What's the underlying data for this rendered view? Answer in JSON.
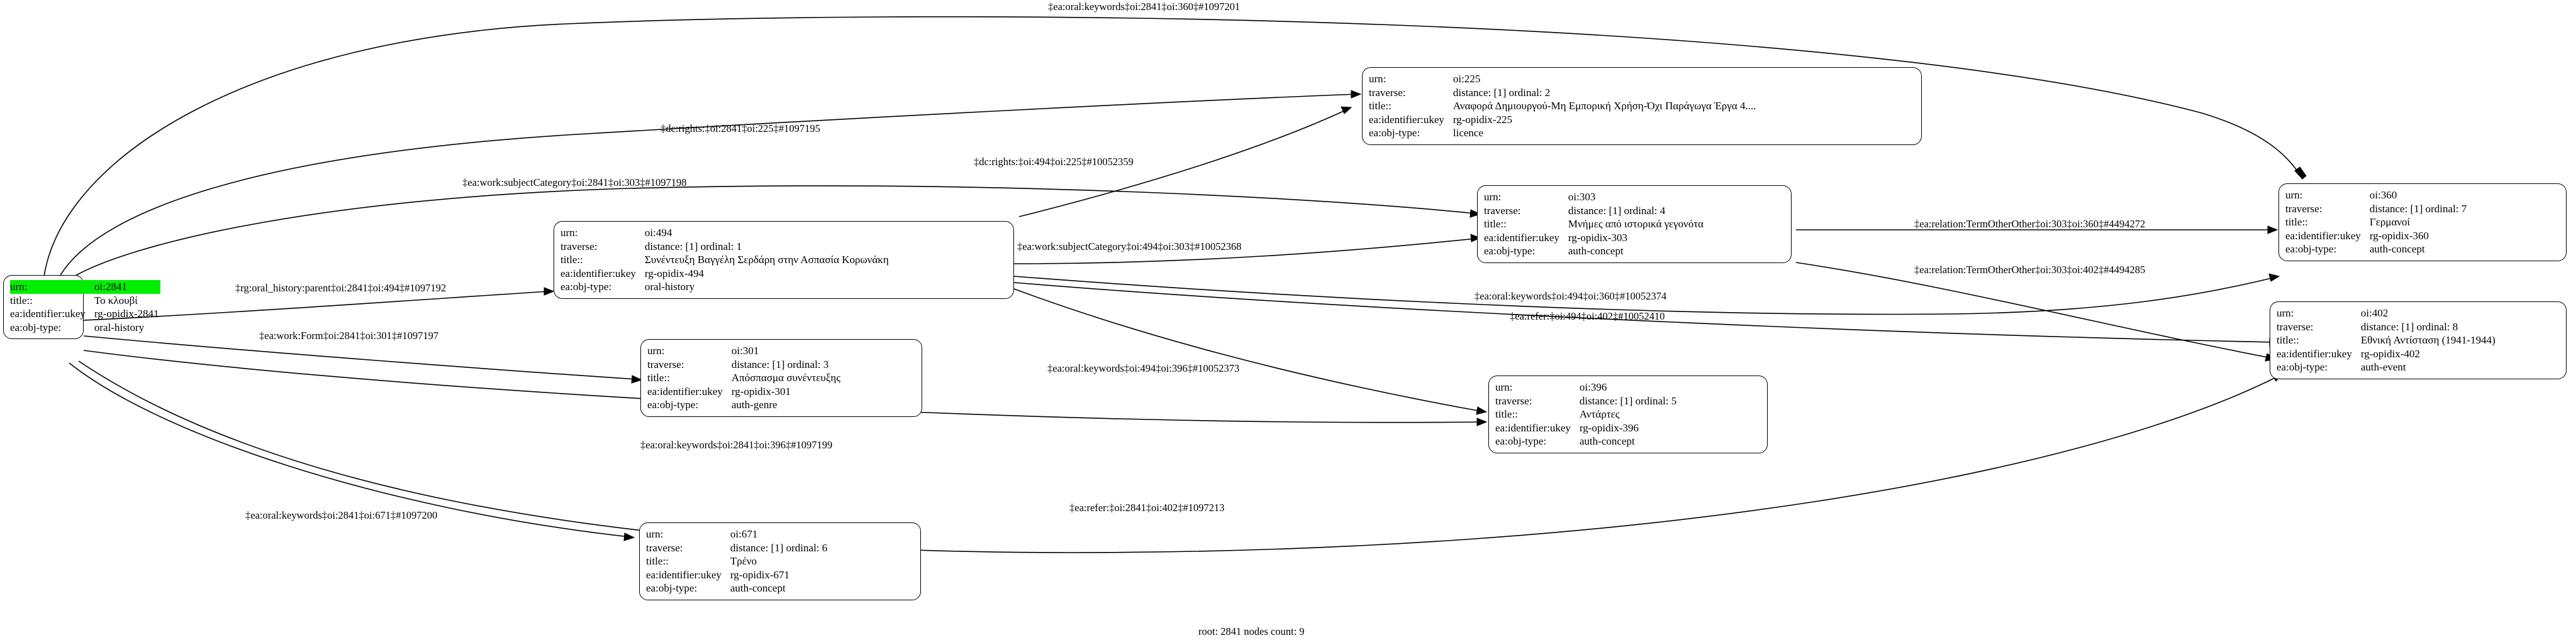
{
  "graph": {
    "footer": "root: 2841 nodes count: 9",
    "field_labels": {
      "urn": "urn:",
      "traverse": "traverse:",
      "title": "title::",
      "ukey": "ea:identifier:ukey",
      "objtype": "ea:obj-type:"
    },
    "highlight_color": "#00ef00",
    "nodes": [
      {
        "id": "2841",
        "urn": "oi:2841",
        "traverse": "",
        "title": "Το κλουβί",
        "ukey": "rg-opidix-2841",
        "objtype": "oral-history",
        "highlighted": true
      },
      {
        "id": "494",
        "urn": "oi:494",
        "traverse": "distance: [1]     ordinal: 1",
        "title": "Συνέντευξη Βαγγέλη Σερδάρη στην Ασπασία Κορωνάκη",
        "ukey": "rg-opidix-494",
        "objtype": "oral-history",
        "highlighted": false
      },
      {
        "id": "225",
        "urn": "oi:225",
        "traverse": "distance: [1]     ordinal: 2",
        "title": "Αναφορά Δημιουργού-Μη Εμπορική Χρήση-Όχι Παράγωγα Έργα 4....",
        "ukey": "rg-opidix-225",
        "objtype": "licence",
        "highlighted": false
      },
      {
        "id": "301",
        "urn": "oi:301",
        "traverse": "distance: [1]     ordinal: 3",
        "title": "Απόσπασμα συνέντευξης",
        "ukey": "rg-opidix-301",
        "objtype": "auth-genre",
        "highlighted": false
      },
      {
        "id": "303",
        "urn": "oi:303",
        "traverse": "distance: [1]     ordinal: 4",
        "title": "Μνήμες από ιστορικά γεγονότα",
        "ukey": "rg-opidix-303",
        "objtype": "auth-concept",
        "highlighted": false
      },
      {
        "id": "396",
        "urn": "oi:396",
        "traverse": "distance: [1]     ordinal: 5",
        "title": "Αντάρτες",
        "ukey": "rg-opidix-396",
        "objtype": "auth-concept",
        "highlighted": false
      },
      {
        "id": "671",
        "urn": "oi:671",
        "traverse": "distance: [1]     ordinal: 6",
        "title": "Τρένο",
        "ukey": "rg-opidix-671",
        "objtype": "auth-concept",
        "highlighted": false
      },
      {
        "id": "360",
        "urn": "oi:360",
        "traverse": "distance: [1]     ordinal: 7",
        "title": "Γερμανοί",
        "ukey": "rg-opidix-360",
        "objtype": "auth-concept",
        "highlighted": false
      },
      {
        "id": "402",
        "urn": "oi:402",
        "traverse": "distance: [1]     ordinal: 8",
        "title": "Εθνική Αντίσταση (1941-1944)",
        "ukey": "rg-opidix-402",
        "objtype": "auth-event",
        "highlighted": false
      }
    ],
    "edges": [
      {
        "label": "‡ea:oral:keywords‡oi:2841‡oi:360‡#1097201"
      },
      {
        "label": "‡dc:rights:‡oi:2841‡oi:225‡#1097195"
      },
      {
        "label": "‡ea:work:subjectCategory‡oi:2841‡oi:303‡#1097198"
      },
      {
        "label": "‡dc:rights:‡oi:494‡oi:225‡#10052359"
      },
      {
        "label": "‡rg:oral_history:parent‡oi:2841‡oi:494‡#1097192"
      },
      {
        "label": "‡ea:work:Form‡oi:2841‡oi:301‡#1097197"
      },
      {
        "label": "‡ea:work:subjectCategory‡oi:494‡oi:303‡#10052368"
      },
      {
        "label": "‡ea:relation:TermOtherOther‡oi:303‡oi:360‡#4494272"
      },
      {
        "label": "‡ea:relation:TermOtherOther‡oi:303‡oi:402‡#4494285"
      },
      {
        "label": "‡ea:oral:keywords‡oi:494‡oi:360‡#10052374"
      },
      {
        "label": "‡ea:refer:‡oi:494‡oi:402‡#10052410"
      },
      {
        "label": "‡ea:oral:keywords‡oi:494‡oi:396‡#10052373"
      },
      {
        "label": "‡ea:oral:keywords‡oi:2841‡oi:396‡#1097199"
      },
      {
        "label": "‡ea:oral:keywords‡oi:2841‡oi:671‡#1097200"
      },
      {
        "label": "‡ea:refer:‡oi:2841‡oi:402‡#1097213"
      }
    ]
  }
}
